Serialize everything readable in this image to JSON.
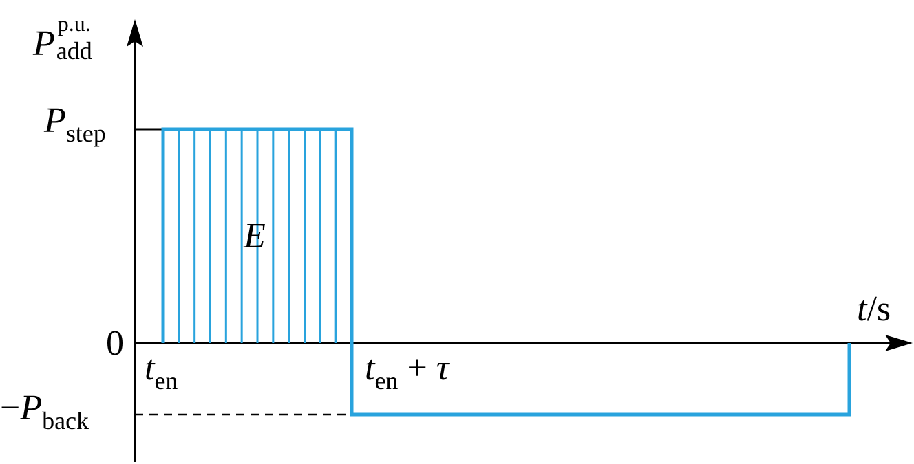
{
  "colors": {
    "pulse": "#29a3dd",
    "axis": "#000000"
  },
  "y_axis": {
    "symbol": "P",
    "superscript": "p.u.",
    "subscript": "add"
  },
  "x_axis": {
    "symbol": "t",
    "separator": "/",
    "unit": "s"
  },
  "levels": {
    "step": {
      "symbol": "P",
      "subscript": "step"
    },
    "zero": "0",
    "back": {
      "sign": "−",
      "symbol": "P",
      "subscript": "back"
    }
  },
  "times": {
    "start": {
      "symbol": "t",
      "subscript": "en"
    },
    "end": {
      "symbol": "t",
      "subscript": "en",
      "plus": "+",
      "tau": "τ"
    }
  },
  "area_label": "E"
}
